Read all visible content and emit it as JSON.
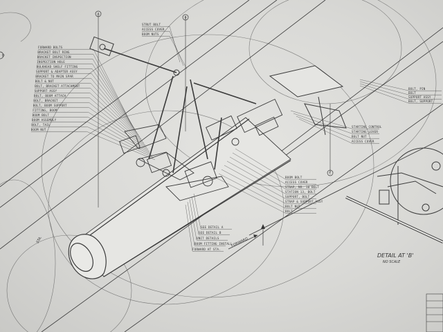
{
  "drawing": {
    "left_callouts": [
      {
        "text": "FORWARD BOLTS"
      },
      {
        "text": "BRACKET BOLT RING"
      },
      {
        "text": "BRACKET INSPECTION"
      },
      {
        "text": "INSPECTION HOLE"
      },
      {
        "text": "BULKHEAD SHELF FITTING"
      },
      {
        "text": "SUPPORT & ADAPTER ASSY"
      },
      {
        "text": "BRACKET TO MAIN SPAR"
      },
      {
        "text": "BOLT & NUT"
      },
      {
        "text": "BOLT, BRACKET ATTACHMENT"
      },
      {
        "text": "SUPPORT ASSY"
      },
      {
        "text": "BOLT, BOOM ATTACH"
      },
      {
        "text": "BOLT, BRACKET"
      },
      {
        "text": "BOLT, BOOM SUPPORT"
      },
      {
        "text": "FITTING, BOOM"
      },
      {
        "text": "BOOM BOLT"
      },
      {
        "text": "BOOM ASSEMBLY"
      },
      {
        "text": "BOLT, TAIL"
      },
      {
        "text": "BOOM NUT"
      }
    ],
    "top_callouts": [
      {
        "text": "STRUT BOLT"
      },
      {
        "text": "ACCESS COVER"
      },
      {
        "text": "BOOM NUTS"
      }
    ],
    "right_callouts": [
      {
        "text": "STARTING CONTROL"
      },
      {
        "text": "STARTING LEVER"
      },
      {
        "text": "BOLT NUT"
      },
      {
        "text": "ACCESS COVER"
      }
    ],
    "far_right_callouts": [
      {
        "text": "BOLT, PIN"
      },
      {
        "text": "BOLT"
      },
      {
        "text": "SUPPORT ASSY"
      },
      {
        "text": "BOLT, SUPPORT"
      }
    ],
    "lower_right_callouts": [
      {
        "text": "BOOM BOLT"
      },
      {
        "text": "ACCESS COVER"
      },
      {
        "text": "STRAP, NO. 10 BOLT"
      },
      {
        "text": "STATION 13, BOLT"
      },
      {
        "text": "SUPPORT, BOLT"
      },
      {
        "text": "STRAP & SUPPORT ASSY"
      },
      {
        "text": "BOLT NUT"
      },
      {
        "text": "BOLT"
      }
    ],
    "bottom_callouts": [
      {
        "text": "SEE DETAIL A"
      },
      {
        "text": "SEE DETAIL B"
      },
      {
        "text": "UNIT DETAILS"
      },
      {
        "text": "BOOM FITTING INSTALL"
      },
      {
        "text": "FORWARD AT STA."
      }
    ],
    "detail_title": "DETAIL AT 'B'",
    "detail_subtitle": "NO SCALE",
    "forward_label": "FORWARD",
    "left_side_label": "STA.",
    "bubbles": [
      "A",
      "B",
      "C",
      "D"
    ],
    "colors": {
      "paper": "#dcdcd9",
      "ink": "#3a3a3a"
    }
  }
}
